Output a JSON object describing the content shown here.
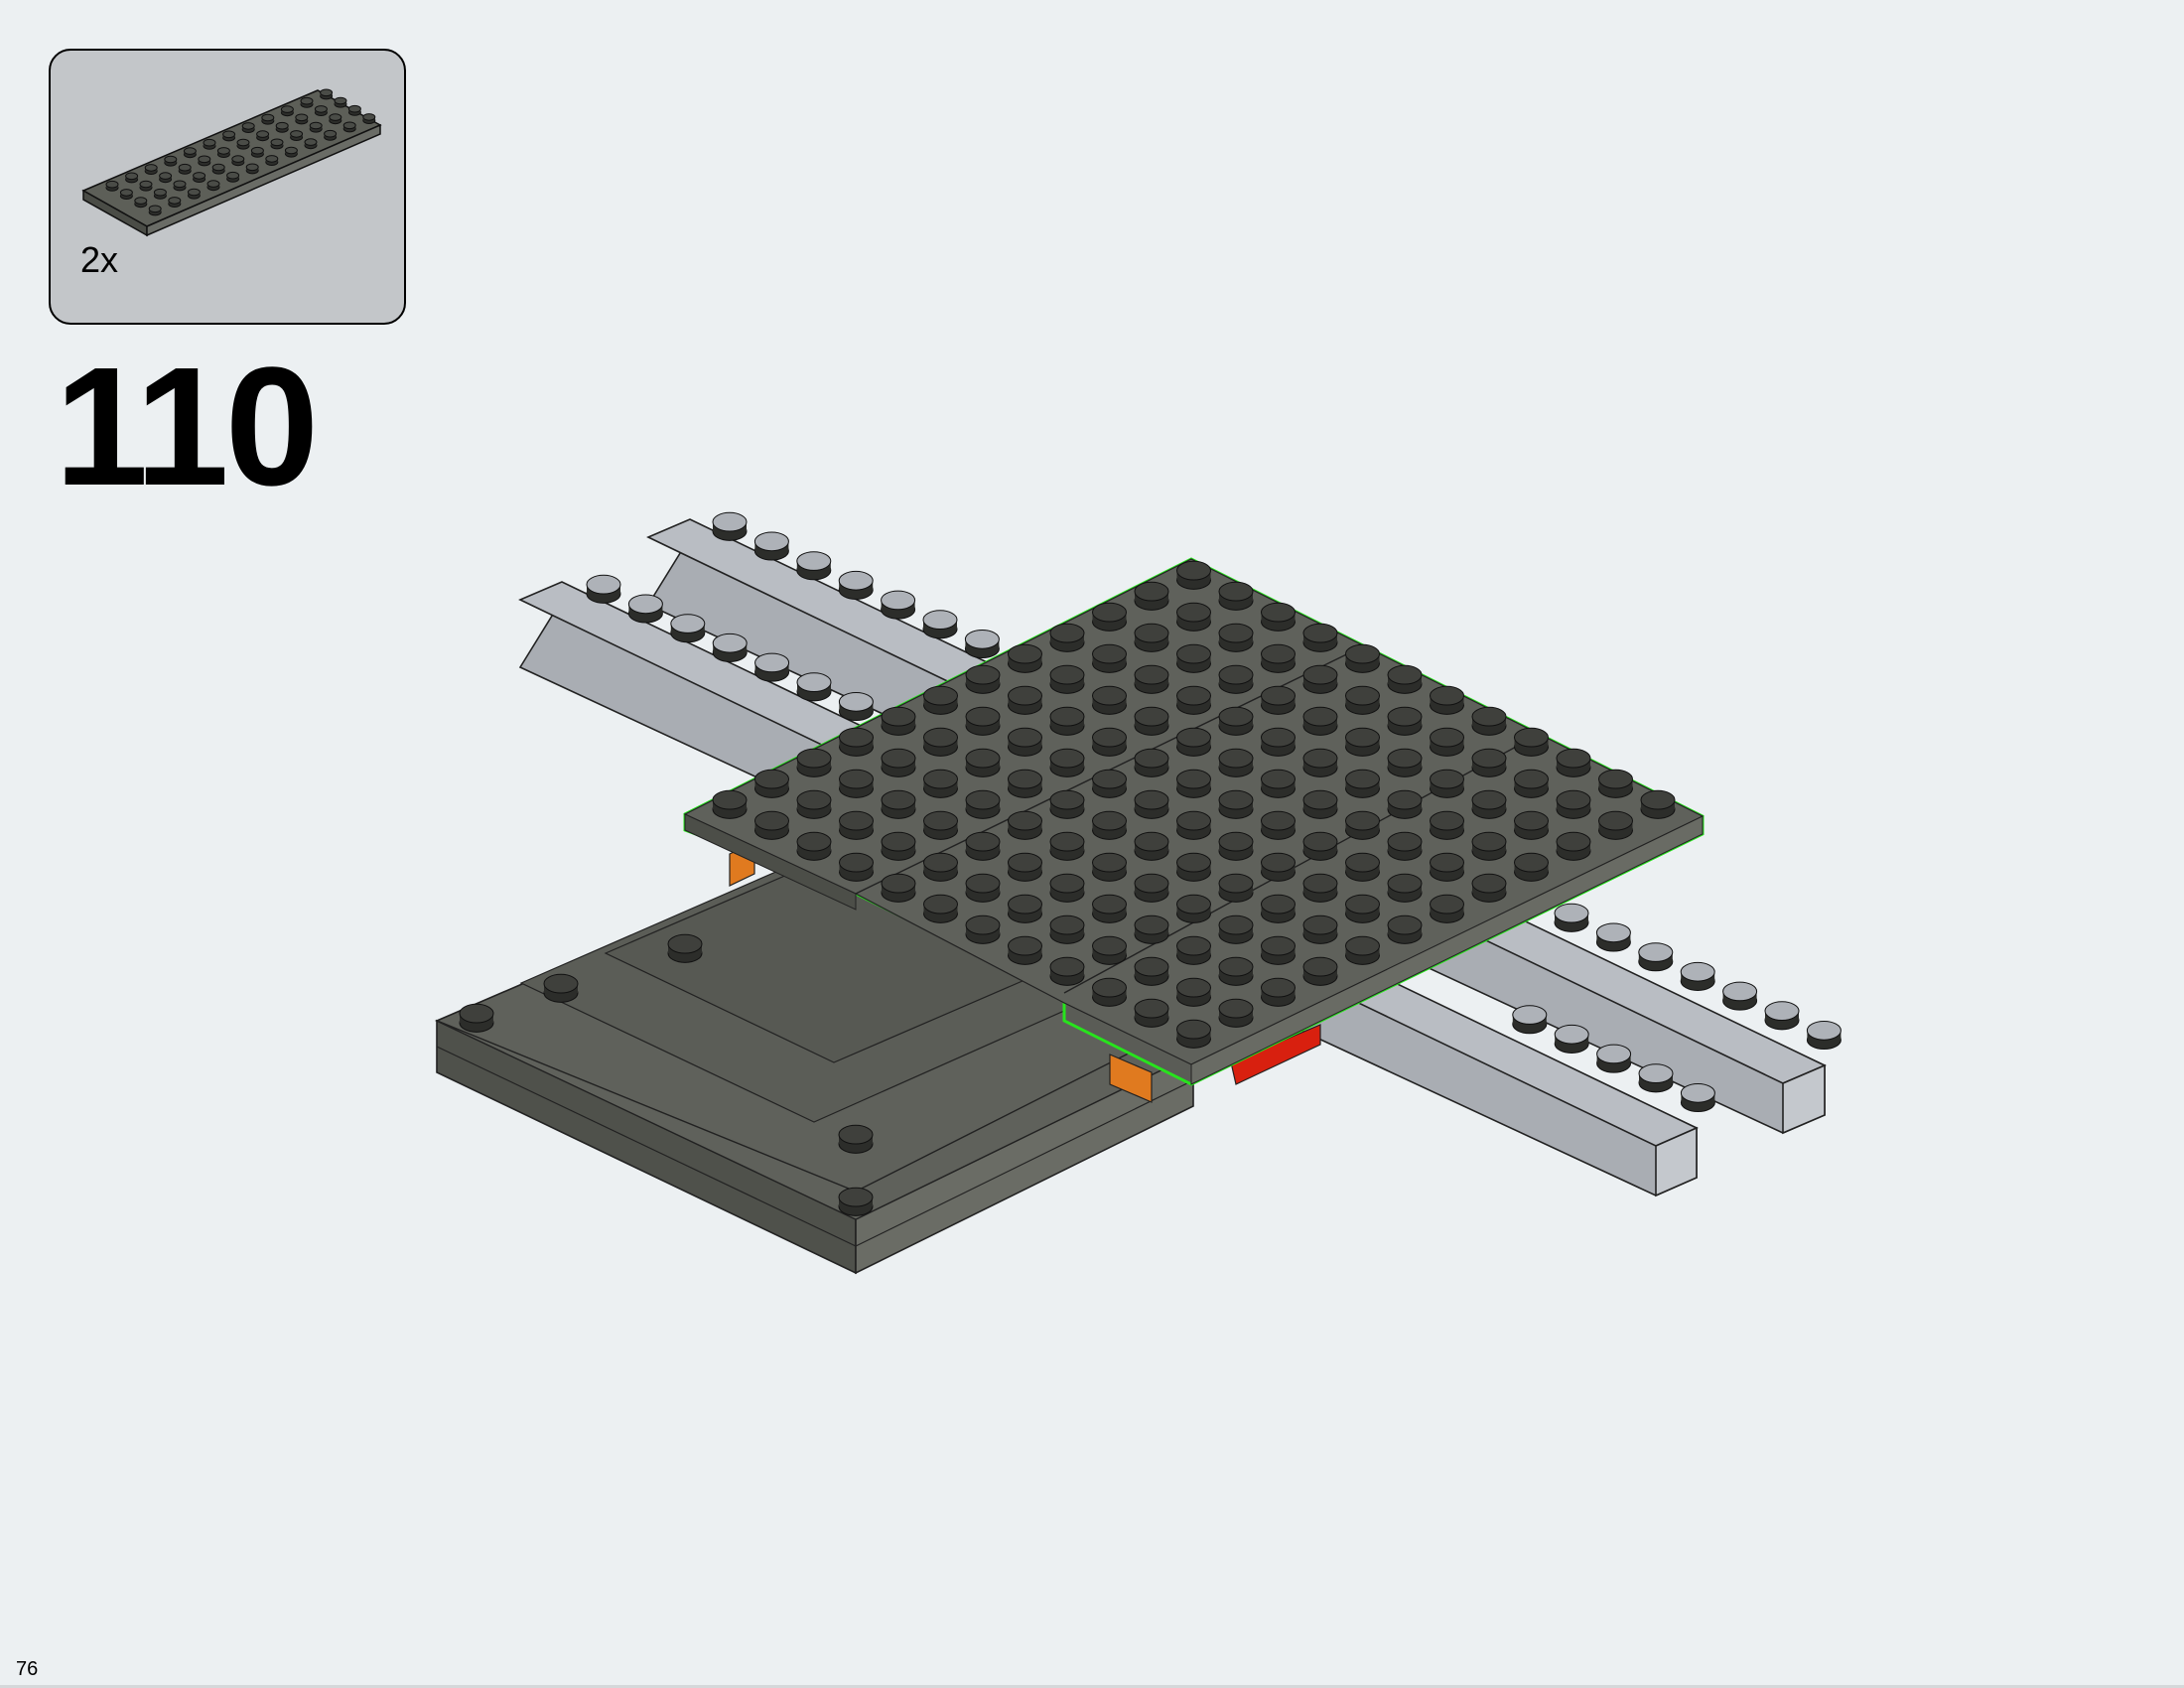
{
  "callout": {
    "quantity": "2x",
    "part_color": "#5b5c56",
    "part_name_icon": "plate-4x12-icon"
  },
  "step": {
    "number": "110"
  },
  "page": {
    "number": "76"
  },
  "colors": {
    "background": "#ecf0f2",
    "callout_bg": "#c3c6c9",
    "dark_plate": "#5b5c56",
    "light_brick": "#a9adb3",
    "highlight": "#27e41c",
    "orange": "#e07a1f",
    "red": "#d8200f"
  }
}
